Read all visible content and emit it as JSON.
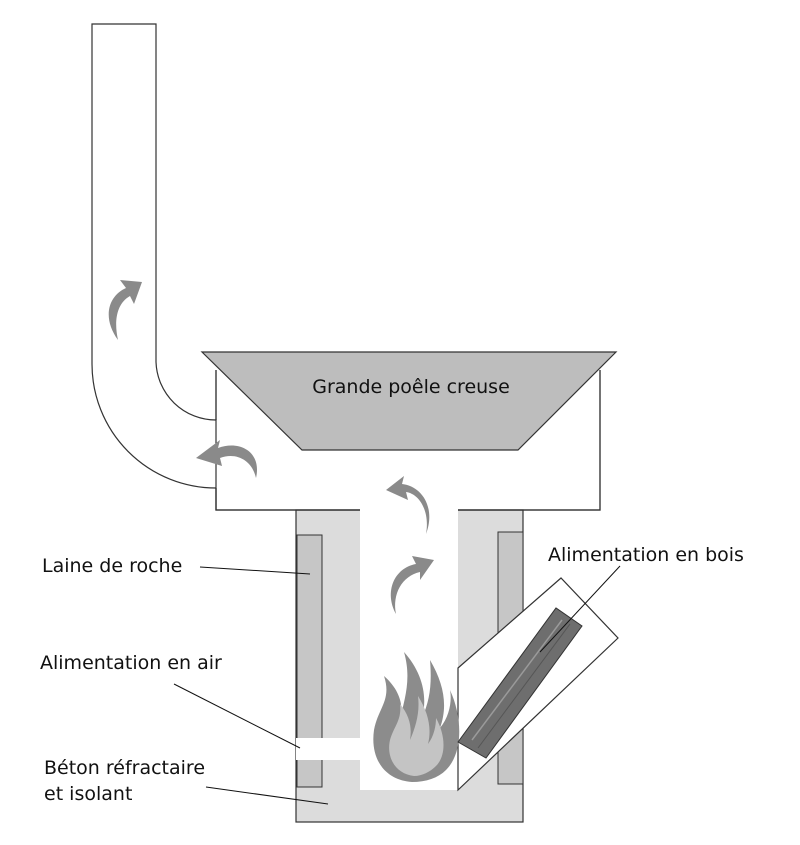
{
  "labels": {
    "pan": "Grande poêle creuse",
    "rock_wool": "Laine de roche",
    "air_supply": "Alimentation en air",
    "wood_supply": "Alimentation en bois",
    "concrete_line1": "Béton réfractaire",
    "concrete_line2": "et isolant"
  },
  "colors": {
    "outline": "#333333",
    "concrete": "#dcdcdc",
    "rock_wool": "#c6c6c6",
    "pan": "#bdbdbd",
    "arrow": "#8a8a8a",
    "flame_outer": "#8c8c8c",
    "flame_inner": "#c4c4c4",
    "log": "#6e6e6e"
  },
  "icons": [
    "flow-arrow-icon",
    "flame-icon",
    "log-icon"
  ]
}
